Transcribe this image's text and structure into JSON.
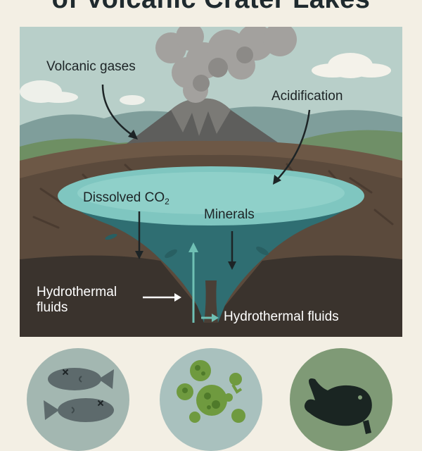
{
  "title": "of Volcanic Crater Lakes",
  "labels": {
    "volcanic_gases": "Volcanic gases",
    "acidification": "Acidification",
    "dissolved_co2": "Dissolved CO",
    "dissolved_co2_sub": "2",
    "minerals": "Minerals",
    "hydrothermal_left_line1": "Hydrothermal",
    "hydrothermal_left_line2": "fluids",
    "hydrothermal_right": "Hydrothermal fluids"
  },
  "medallions": [
    {
      "icon": "dead-fish-icon",
      "background": "#a3b7b1"
    },
    {
      "icon": "algae-bloom-icon",
      "background": "#a9c1be"
    },
    {
      "icon": "seal-silhouette-icon",
      "background": "#7f9a76"
    }
  ],
  "colors": {
    "background": "#f3efe4",
    "sky": "#b8cfc9",
    "lake_surface": "#7fc6c0",
    "lake_deep": "#2f6e72",
    "crater_rock": "#5b4a3c",
    "smoke": "#9d9b98",
    "arrow_teal": "#6fc0b4"
  }
}
